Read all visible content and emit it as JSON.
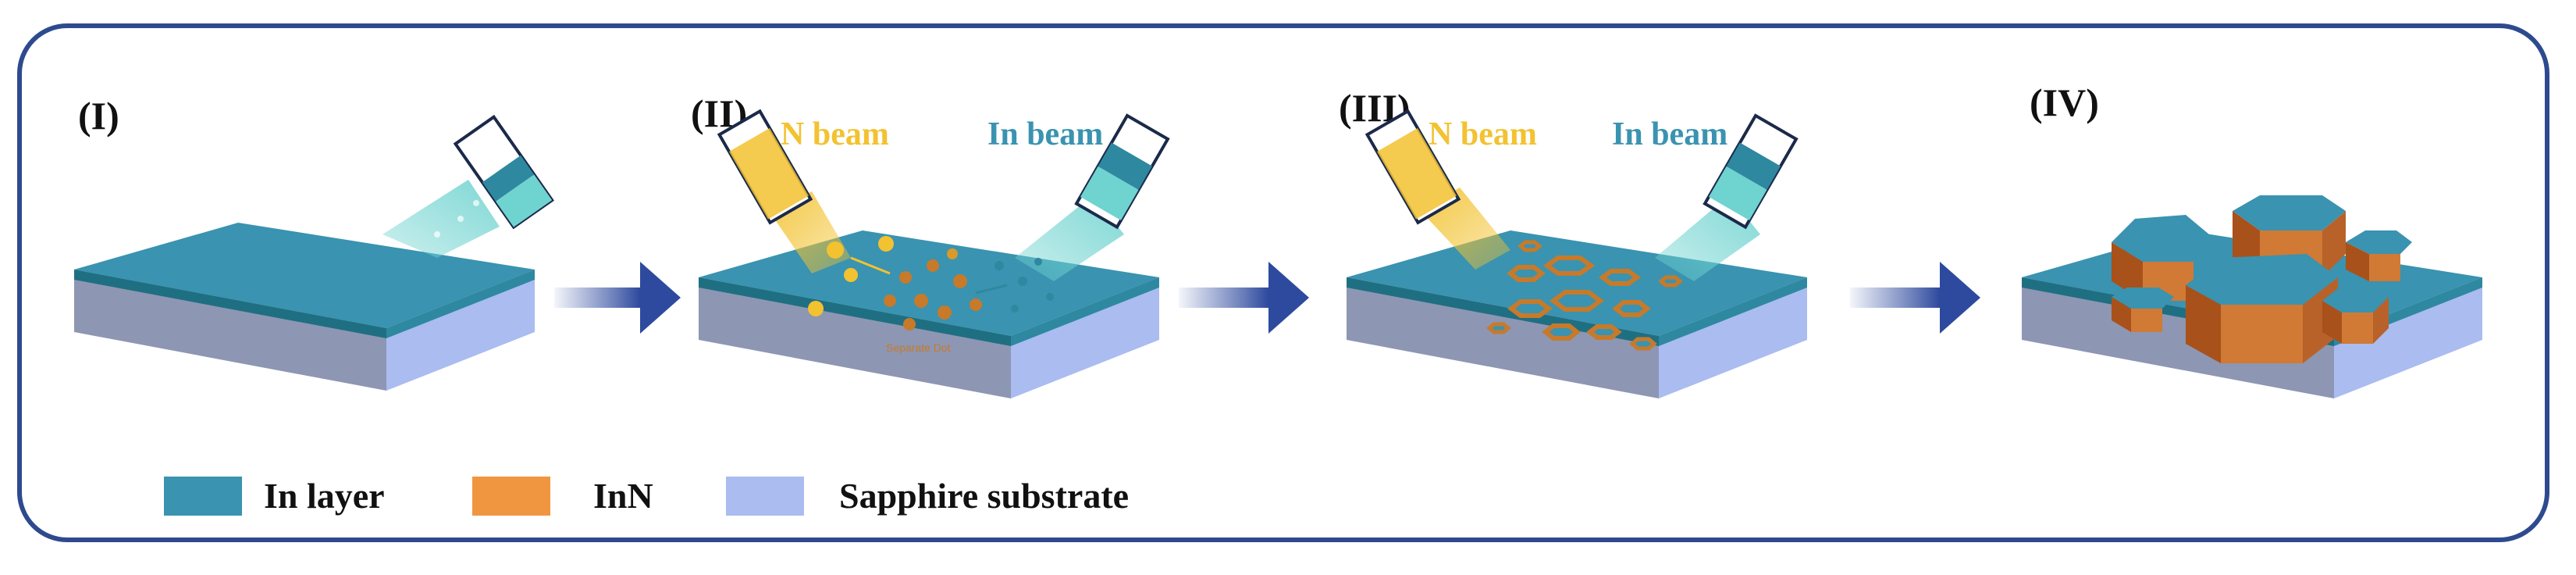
{
  "colors": {
    "frame": "#2e4a8f",
    "in_layer": "#3a93b0",
    "inn": "#f19640",
    "sapphire": "#aabcf0",
    "n_beam": "#f2c230",
    "in_beam": "#4aa7c2",
    "arrow": "#2e4a9e"
  },
  "steps": [
    {
      "label": "(I)"
    },
    {
      "label": "(II)",
      "n_beam": "N beam",
      "in_beam": "In beam",
      "note": "Separate Dot"
    },
    {
      "label": "(III)",
      "n_beam": "N beam",
      "in_beam": "In beam"
    },
    {
      "label": "(IV)"
    }
  ],
  "legend": [
    {
      "label": "In layer",
      "icon": "in-layer-swatch"
    },
    {
      "label": "InN",
      "icon": "inn-swatch"
    },
    {
      "label": "Sapphire substrate",
      "icon": "sapphire-swatch"
    }
  ]
}
